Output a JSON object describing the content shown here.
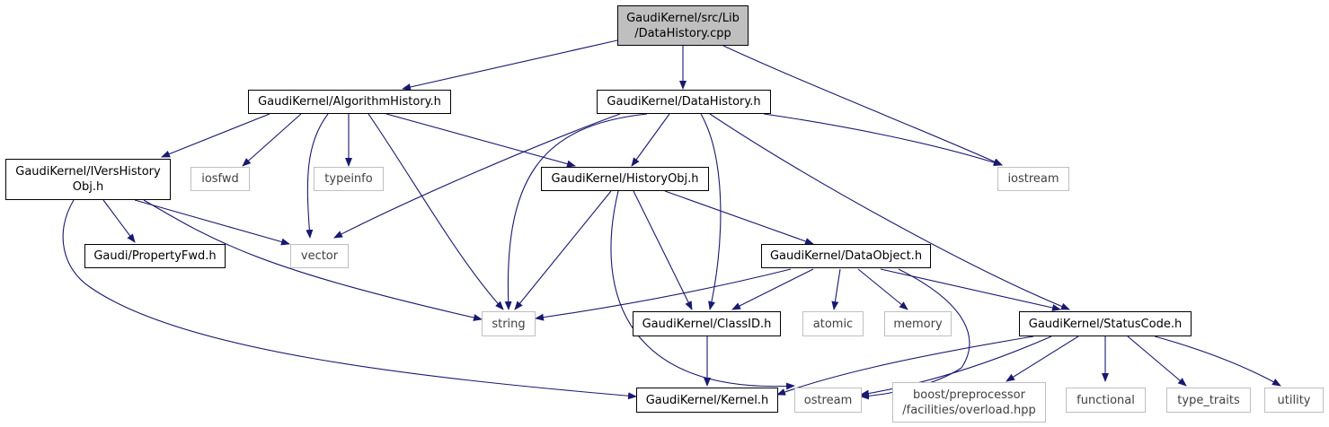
{
  "colors": {
    "edge": "#191970",
    "border": "#000000",
    "sys_border": "#bfbfbf",
    "root_fill": "#bfbfbf"
  },
  "nodes": {
    "root": {
      "label": "GaudiKernel/src/Lib\n/DataHistory.cpp"
    },
    "alghist": {
      "label": "GaudiKernel/AlgorithmHistory.h"
    },
    "datahist": {
      "label": "GaudiKernel/DataHistory.h"
    },
    "ivers": {
      "label": "GaudiKernel/IVersHistory\nObj.h"
    },
    "iosfwd": {
      "label": "iosfwd"
    },
    "typeinfo": {
      "label": "typeinfo"
    },
    "histobj": {
      "label": "GaudiKernel/HistoryObj.h"
    },
    "iostream": {
      "label": "iostream"
    },
    "propfwd": {
      "label": "Gaudi/PropertyFwd.h"
    },
    "vector": {
      "label": "vector"
    },
    "dataobj": {
      "label": "GaudiKernel/DataObject.h"
    },
    "string": {
      "label": "string"
    },
    "classid": {
      "label": "GaudiKernel/ClassID.h"
    },
    "atomic": {
      "label": "atomic"
    },
    "memory": {
      "label": "memory"
    },
    "status": {
      "label": "GaudiKernel/StatusCode.h"
    },
    "kernel": {
      "label": "GaudiKernel/Kernel.h"
    },
    "ostream": {
      "label": "ostream"
    },
    "boost": {
      "label": "boost/preprocessor\n/facilities/overload.hpp"
    },
    "functional": {
      "label": "functional"
    },
    "typetraits": {
      "label": "type_traits"
    },
    "utility": {
      "label": "utility"
    }
  }
}
